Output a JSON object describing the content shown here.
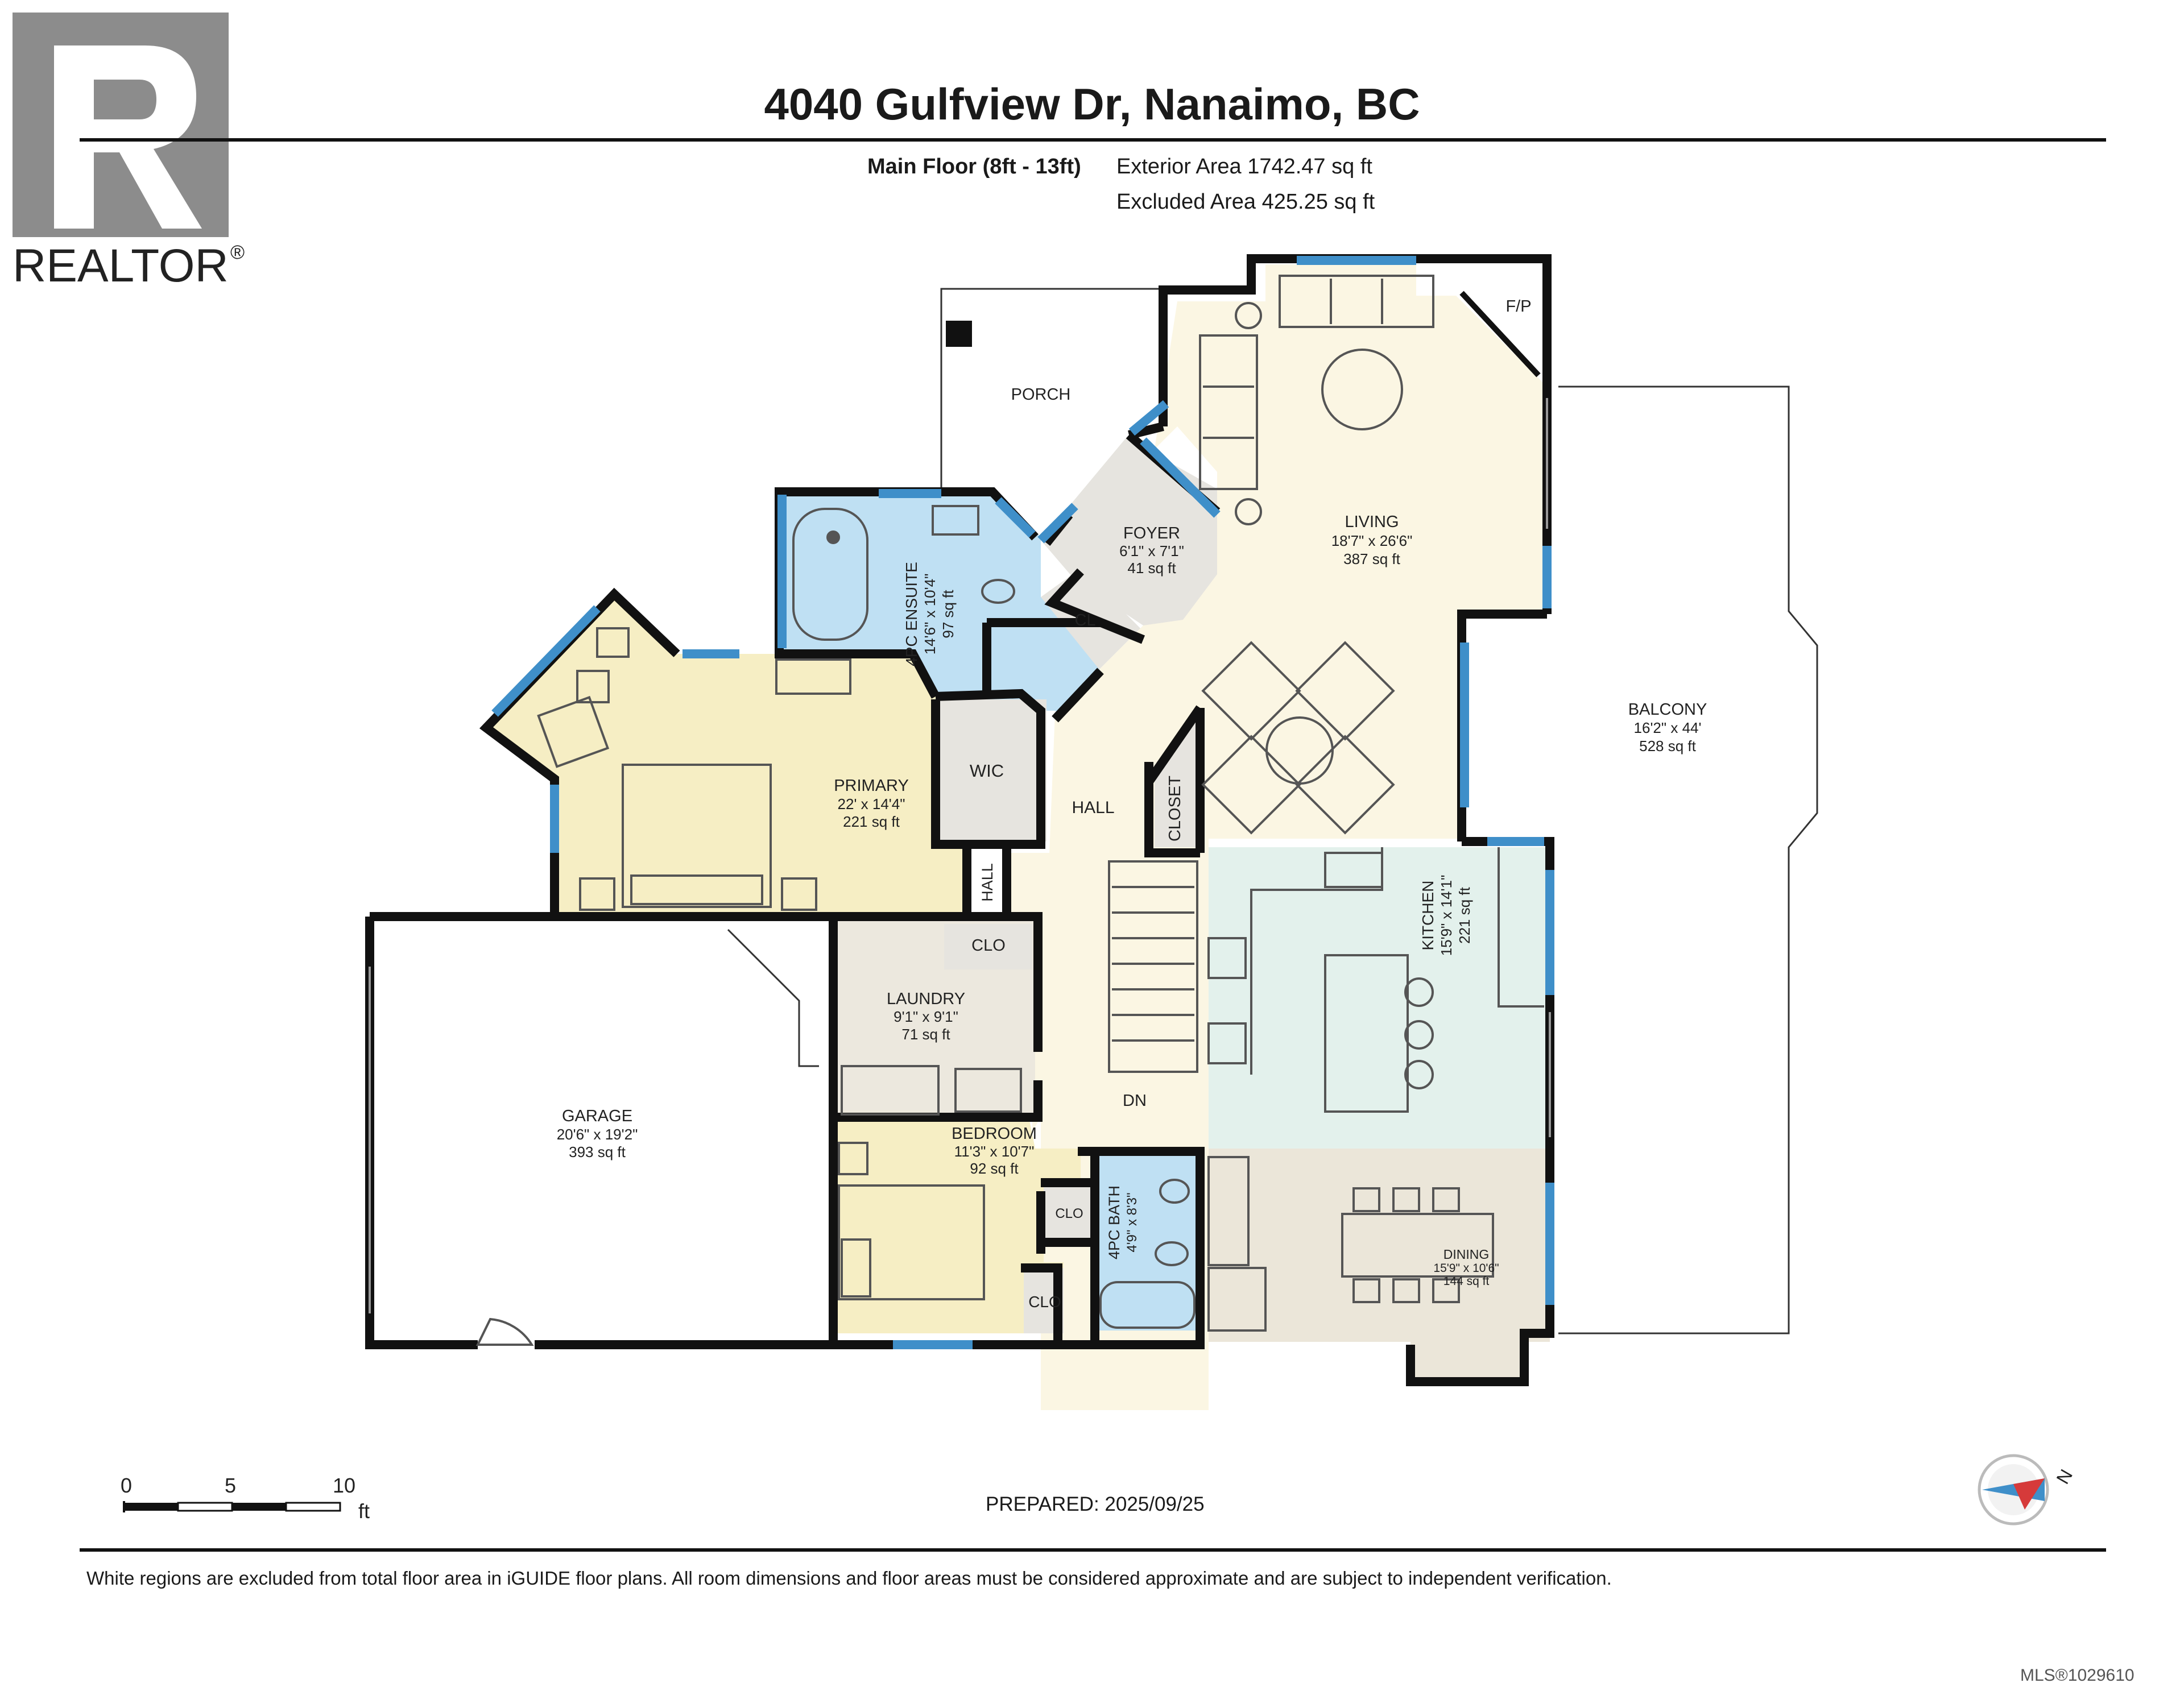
{
  "header": {
    "title": "4040 Gulfview Dr, Nanaimo, BC",
    "floor_label": "Main Floor (8ft - 13ft)",
    "exterior_area": "Exterior Area 1742.47 sq ft",
    "excluded_area": "Excluded Area 425.25 sq ft"
  },
  "logo": {
    "text": "REALTOR",
    "mark": "®"
  },
  "rooms": {
    "porch": {
      "name": "PORCH"
    },
    "fp": {
      "name": "F/P"
    },
    "living": {
      "name": "LIVING",
      "dims": "18'7\" x 26'6\"",
      "area": "387 sq ft"
    },
    "foyer": {
      "name": "FOYER",
      "dims": "6'1\" x 7'1\"",
      "area": "41 sq ft"
    },
    "cl": {
      "name": "CL"
    },
    "ensuite": {
      "name": "4PC ENSUITE",
      "dims": "14'6\" x 10'4\"",
      "area": "97 sq ft"
    },
    "primary": {
      "name": "PRIMARY",
      "dims": "22' x 14'4\"",
      "area": "221 sq ft"
    },
    "wic": {
      "name": "WIC"
    },
    "hall_main": {
      "name": "HALL"
    },
    "hall_small": {
      "name": "HALL"
    },
    "closet": {
      "name": "CLOSET"
    },
    "balcony": {
      "name": "BALCONY",
      "dims": "16'2\" x 44'",
      "area": "528 sq ft"
    },
    "kitchen": {
      "name": "KITCHEN",
      "dims": "15'9\" x 14'1\"",
      "area": "221 sq ft"
    },
    "clo_laundry": {
      "name": "CLO"
    },
    "laundry": {
      "name": "LAUNDRY",
      "dims": "9'1\" x 9'1\"",
      "area": "71 sq ft"
    },
    "garage": {
      "name": "GARAGE",
      "dims": "20'6\" x 19'2\"",
      "area": "393 sq ft"
    },
    "dn": {
      "name": "DN"
    },
    "bedroom": {
      "name": "BEDROOM",
      "dims": "11'3\" x 10'7\"",
      "area": "92 sq ft"
    },
    "bath": {
      "name": "4PC BATH",
      "dims": "4'9\" x 8'3\""
    },
    "clo_bath": {
      "name": "CLO"
    },
    "clo_bedroom": {
      "name": "CLO"
    },
    "dining": {
      "name": "DINING",
      "dims": "15'9\" x 10'6\"",
      "area": "144 sq ft"
    }
  },
  "scale": {
    "ticks": [
      "0",
      "5",
      "10"
    ],
    "unit": "ft"
  },
  "compass": {
    "label": "N"
  },
  "prepared": "PREPARED: 2025/09/25",
  "disclaimer": "White regions are excluded from total floor area in iGUIDE floor plans. All room dimensions and floor areas must be considered approximate and are subject to independent verification.",
  "mls": "MLS®1029610",
  "colors": {
    "wall": "#111111",
    "window": "#3f8fc9",
    "primary": "#f6eec4",
    "hall": "#fbf6e3",
    "living": "#fbf6e3",
    "bath": "#bfe0f3",
    "kitchen": "#e3f1ec",
    "dining": "#ebe6d9",
    "gray": "#e6e4df",
    "laundry": "#ece8de"
  }
}
